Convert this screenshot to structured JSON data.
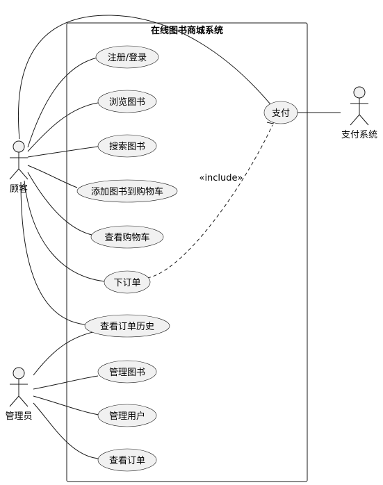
{
  "system": {
    "title": "在线图书商城系统"
  },
  "actors": {
    "customer": "顾客",
    "admin": "管理员",
    "payment_system": "支付系统"
  },
  "use_cases": {
    "register_login": "注册/登录",
    "browse_books": "浏览图书",
    "search_books": "搜索图书",
    "add_to_cart": "添加图书到购物车",
    "view_cart": "查看购物车",
    "place_order": "下订单",
    "view_order_history": "查看订单历史",
    "manage_books": "管理图书",
    "manage_users": "管理用户",
    "view_orders": "查看订单",
    "payment": "支付"
  },
  "relations": {
    "include_label": "«include»"
  },
  "colors": {
    "line": "#181818",
    "use_case_fill": "#f1f1f1",
    "background": "#ffffff"
  }
}
